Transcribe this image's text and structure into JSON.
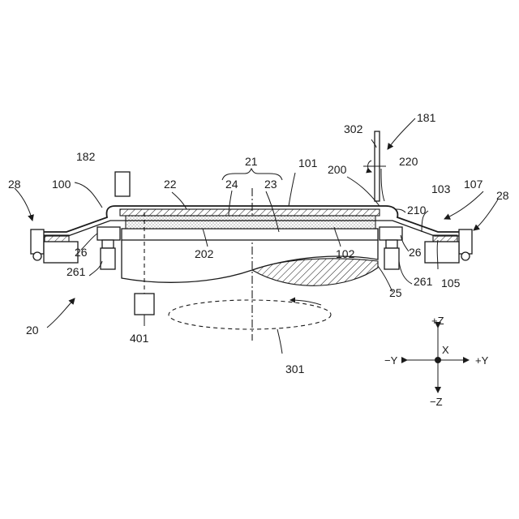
{
  "labels": {
    "l20": "20",
    "l21": "21",
    "l22": "22",
    "l23": "23",
    "l24": "24",
    "l25": "25",
    "l26_left": "26",
    "l26_right": "26",
    "l28_left": "28",
    "l28_right": "28",
    "l100": "100",
    "l101": "101",
    "l102": "102",
    "l103": "103",
    "l105": "105",
    "l107": "107",
    "l181": "181",
    "l182": "182",
    "l200": "200",
    "l202": "202",
    "l210": "210",
    "l220": "220",
    "l261_left": "261",
    "l261_right": "261",
    "l301": "301",
    "l302": "302",
    "l401": "401"
  },
  "axes": {
    "plus_z": "+Z",
    "minus_z": "−Z",
    "plus_y": "+Y",
    "minus_y": "−Y",
    "x": "X"
  }
}
